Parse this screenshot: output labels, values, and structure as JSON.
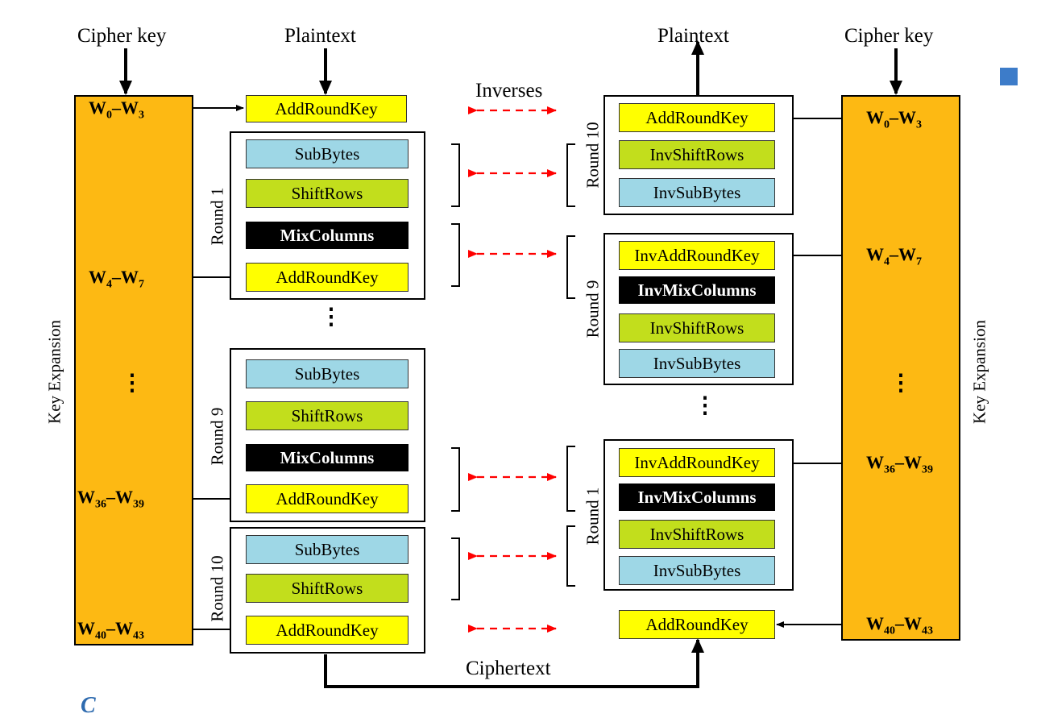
{
  "labels": {
    "cipher_key_left": "Cipher key",
    "plaintext_left": "Plaintext",
    "plaintext_right": "Plaintext",
    "cipher_key_right": "Cipher key",
    "inverses": "Inverses",
    "ciphertext": "Ciphertext",
    "key_expansion_left": "Key Expansion",
    "key_expansion_right": "Key Expansion",
    "vertical_dots": "⋮",
    "bottom_fragment": "C"
  },
  "words_left": [
    {
      "start": "W",
      "s1": "0",
      "dash": "–",
      "end": "W",
      "s2": "3"
    },
    {
      "start": "W",
      "s1": "4",
      "dash": "–",
      "end": "W",
      "s2": "7"
    },
    {
      "start": "W",
      "s1": "36",
      "dash": "–",
      "end": "W",
      "s2": "39"
    },
    {
      "start": "W",
      "s1": "40",
      "dash": "–",
      "end": "W",
      "s2": "43"
    }
  ],
  "words_right": [
    {
      "start": "W",
      "s1": "0",
      "dash": "–",
      "end": "W",
      "s2": "3"
    },
    {
      "start": "W",
      "s1": "4",
      "dash": "–",
      "end": "W",
      "s2": "7"
    },
    {
      "start": "W",
      "s1": "36",
      "dash": "–",
      "end": "W",
      "s2": "39"
    },
    {
      "start": "W",
      "s1": "40",
      "dash": "–",
      "end": "W",
      "s2": "43"
    }
  ],
  "cipher": {
    "initial": "AddRoundKey",
    "round1": {
      "name": "Round 1",
      "ops": [
        "SubBytes",
        "ShiftRows",
        "MixColumns",
        "AddRoundKey"
      ]
    },
    "round9": {
      "name": "Round 9",
      "ops": [
        "SubBytes",
        "ShiftRows",
        "MixColumns",
        "AddRoundKey"
      ]
    },
    "round10": {
      "name": "Round 10",
      "ops": [
        "SubBytes",
        "ShiftRows",
        "AddRoundKey"
      ]
    }
  },
  "inverse": {
    "round10": {
      "name": "Round 10",
      "ops": [
        "AddRoundKey",
        "InvShiftRows",
        "InvSubBytes"
      ]
    },
    "round9": {
      "name": "Round 9",
      "ops": [
        "InvAddRoundKey",
        "InvMixColumns",
        "InvShiftRows",
        "InvSubBytes"
      ]
    },
    "round1": {
      "name": "Round 1",
      "ops": [
        "InvAddRoundKey",
        "InvMixColumns",
        "InvShiftRows",
        "InvSubBytes"
      ]
    },
    "final": "AddRoundKey"
  },
  "colors": {
    "key_expansion": "#FDB913",
    "subbytes": "#9ED7E6",
    "shiftrows": "#C2DE1C",
    "mixcolumns": "#000000",
    "addroundkey": "#FFFF00",
    "inverse_arrow": "#FF0000"
  }
}
